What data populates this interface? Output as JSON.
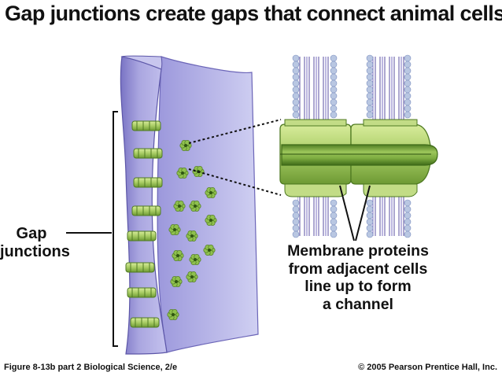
{
  "title": "Gap junctions create gaps that connect animal cells.",
  "labels": {
    "gap_junctions": [
      "Gap",
      "junctions"
    ],
    "membrane_proteins": [
      "Membrane proteins",
      "from adjacent cells",
      "line up to form",
      "a channel"
    ]
  },
  "footer": {
    "figure_caption": "Figure 8-13b part 2  Biological Science, 2/e",
    "copyright": "© 2005 Pearson Prentice Hall, Inc."
  },
  "colors": {
    "membrane": "#a6a2de",
    "membrane_dark": "#6c66b8",
    "protein": "#b8d87c",
    "protein_dark": "#5f8a2c",
    "lipid_head": "#b9c7e2"
  }
}
